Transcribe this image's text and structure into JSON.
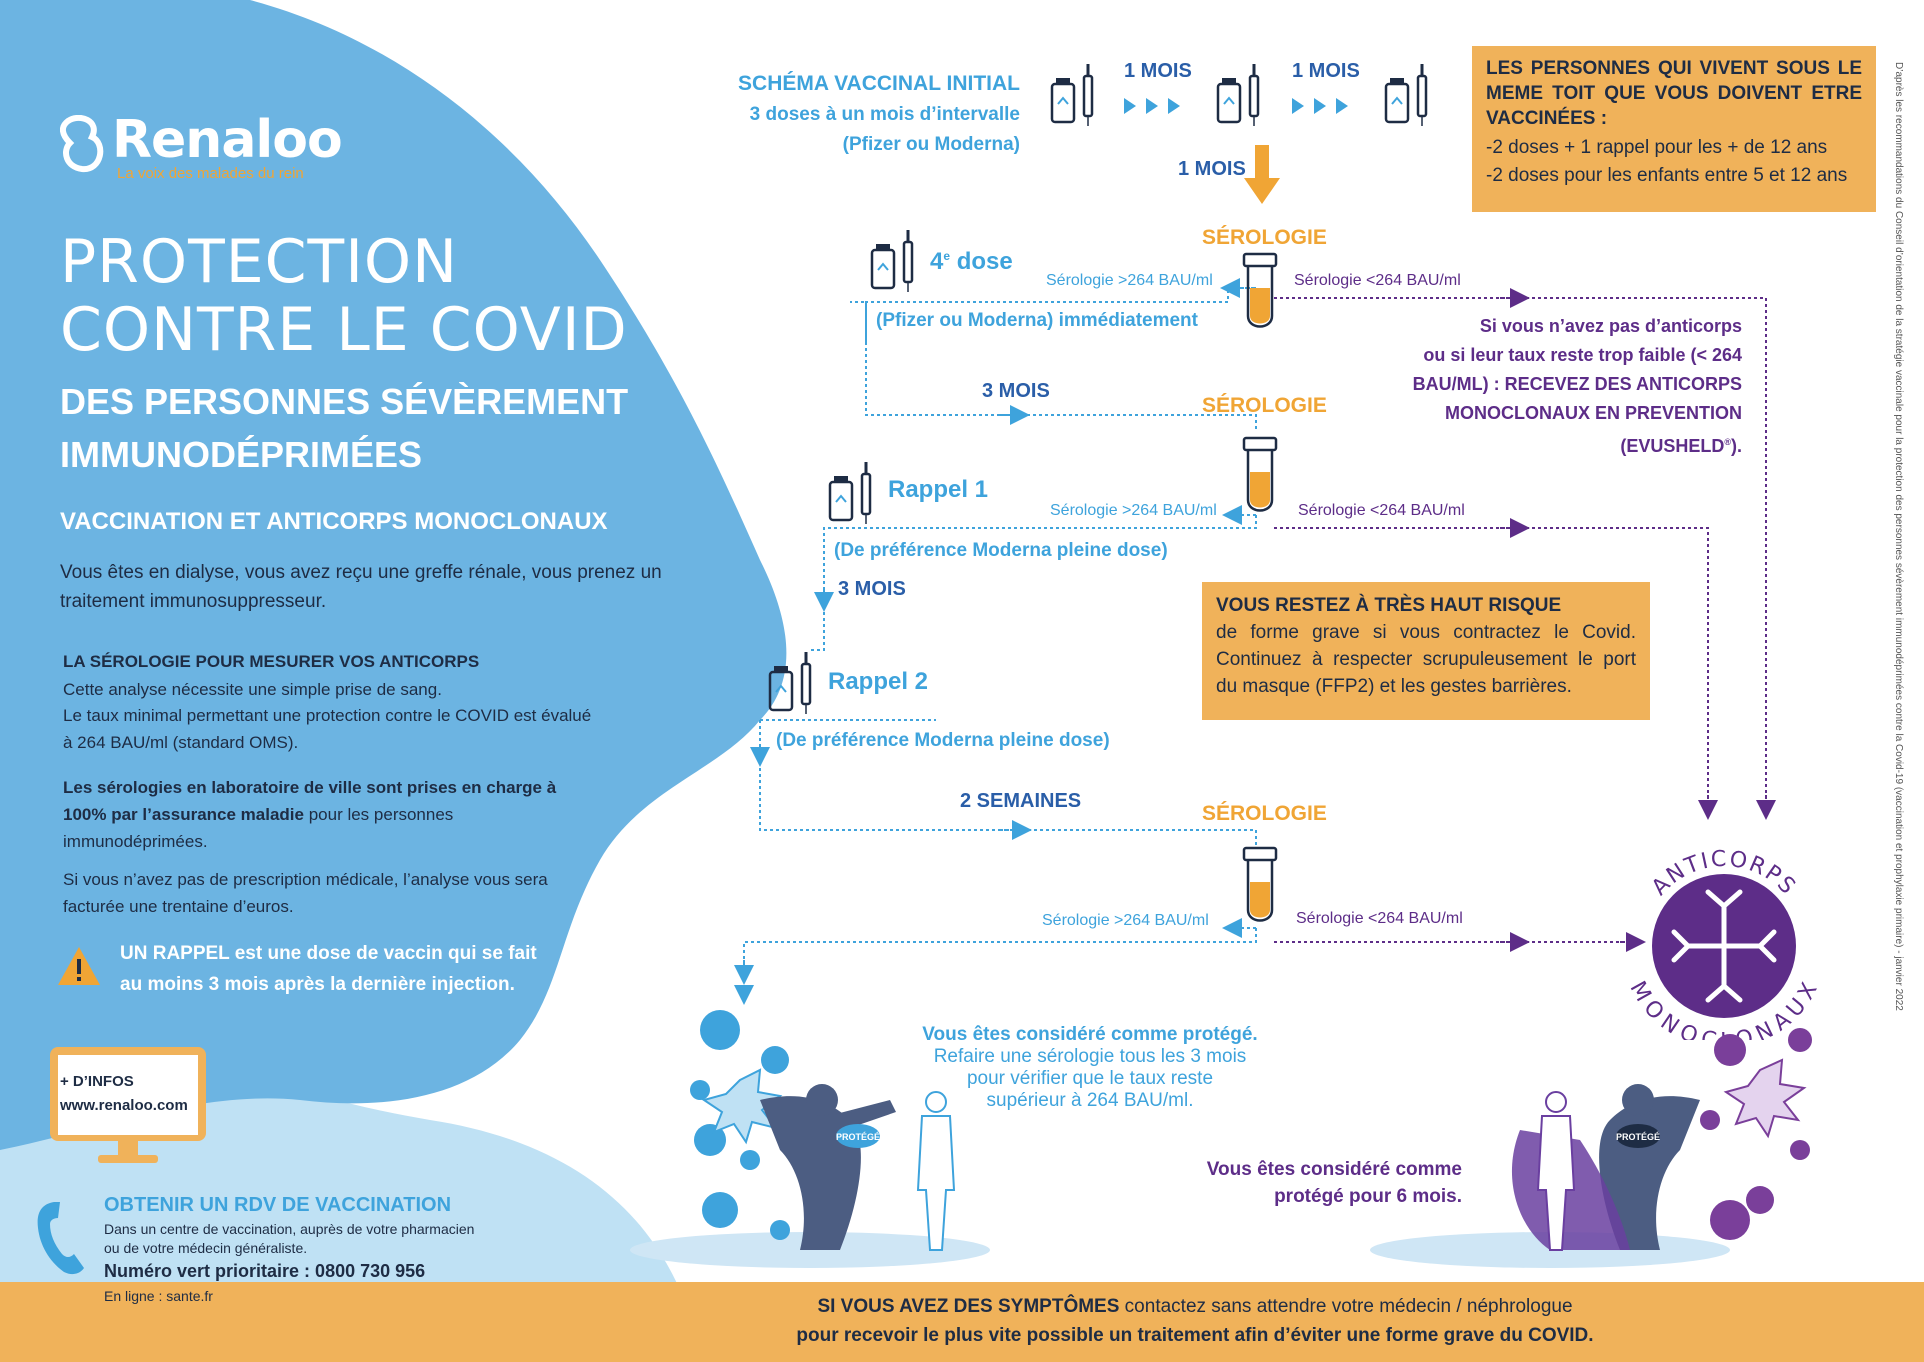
{
  "brand": {
    "name": "Renaloo",
    "tagline": "La voix des malades du rein"
  },
  "header": {
    "title_line1": "PROTECTION",
    "title_line2": "CONTRE LE COVID",
    "bold_line1": "DES PERSONNES SÉVÈREMENT",
    "bold_line2": "IMMUNODÉPRIMÉES",
    "subtitle": "VACCINATION ET ANTICORPS MONOCLONAUX",
    "intro": "Vous êtes en dialyse, vous avez reçu une greffe rénale, vous prenez un traitement immunosuppresseur."
  },
  "serology_info": {
    "heading": "LA SÉROLOGIE POUR MESURER VOS ANTICORPS",
    "line1": "Cette analyse nécessite une simple prise de sang.",
    "line2": "Le taux minimal permettant une protection contre le COVID est évalué à 264 BAU/ml (standard OMS).",
    "reimb_bold1": "Les sérologies en laboratoire de ville sont prises en charge à 100% par l’assurance maladie",
    "reimb_rest": " pour les personnes immunodéprimées.",
    "no_prescription": "Si vous n’avez pas de prescription médicale, l’analyse vous sera facturée une trentaine d’euros."
  },
  "warning": {
    "bold": "UN RAPPEL",
    "text": " est une dose de vaccin qui se fait au moins 3 mois après la dernière injection."
  },
  "infos_box": {
    "line1": "+ D’INFOS",
    "line2": "www.renaloo.com"
  },
  "rdv": {
    "heading": "OBTENIR UN RDV DE VACCINATION",
    "line1": "Dans un centre de vaccination, auprès de votre pharmacien",
    "line2": "ou de votre médecin généraliste.",
    "phone": "Numéro vert prioritaire : 0800 730 956",
    "online": "En ligne : sante.fr"
  },
  "schema": {
    "title": "SCHÉMA VACCINAL INITIAL",
    "line2": "3 doses à un mois d’intervalle",
    "line3": "(Pfizer ou Moderna)",
    "interval1": "1 MOIS",
    "interval2": "1 MOIS",
    "interval_down": "1 MOIS"
  },
  "household_box": {
    "heading": "LES PERSONNES QUI VIVENT SOUS LE MEME TOIT QUE VOUS DOIVENT ETRE VACCINÉES :",
    "line1": "-2 doses + 1 rappel pour les + de 12 ans",
    "line2": "-2 doses pour les enfants entre 5 et 12 ans"
  },
  "serologie_label": "SÉROLOGIE",
  "sero_high": "Sérologie >264 BAU/ml",
  "sero_low": "Sérologie <264 BAU/ml",
  "dose4": {
    "title": "4",
    "sup": "e",
    "title_rest": " dose",
    "sub": "(Pfizer ou Moderna) immédiatement"
  },
  "interval_3mois_a": "3 MOIS",
  "rappel1": {
    "title": "Rappel 1",
    "sub": "(De préférence Moderna pleine dose)"
  },
  "interval_3mois_b": "3 MOIS",
  "rappel2": {
    "title": "Rappel 2",
    "sub": "(De préférence Moderna pleine dose)"
  },
  "interval_2sem": "2 SEMAINES",
  "antibody_text": {
    "line1": "Si vous n’avez pas d’anticorps",
    "line2": "ou si leur taux reste trop faible (< 264",
    "line3": "BAU/ML) : RECEVEZ DES ANTICORPS",
    "line4": "MONOCLONAUX EN PREVENTION",
    "line5": "(EVUSHELD",
    "line5_sup": "®",
    "line5_end": ")."
  },
  "risk_box": {
    "heading": "VOUS RESTEZ À TRÈS HAUT RISQUE",
    "text": "de forme grave si vous contractez le Covid. Continuez à respecter scrupuleusement le port du masque (FFP2) et les gestes barrières."
  },
  "badge": {
    "top": "ANTICORPS",
    "bottom": "MONOCLONAUX"
  },
  "protected1": {
    "title": "Vous êtes considéré comme protégé.",
    "line1": "Refaire une sérologie tous les 3 mois",
    "line2": "pour vérifier que le taux reste",
    "line3": "supérieur à 264 BAU/ml."
  },
  "protected2": {
    "line1": "Vous êtes considéré comme",
    "line2": "protégé pour 6 mois."
  },
  "hero_label": "PROTÉGÉ",
  "footer": {
    "bold1": "SI VOUS AVEZ DES SYMPTÔMES",
    "rest1": " contactez sans attendre votre médecin / néphrologue",
    "line2": "pour recevoir le plus vite possible un traitement afin d’éviter une forme grave du COVID."
  },
  "source_note": "D’après les recommandations du Conseil d’orientation de la stratégie vaccinale pour la protection des personnes sévèrement immunodéprimées contre la Covid-19 (vaccination et prophylaxie primaire) - janvier 2022",
  "colors": {
    "blue": "#3ea3dc",
    "left_panel": "#6cb4e2",
    "orange": "#f0a535",
    "purple": "#5d2d88",
    "navy": "#1e2c44"
  }
}
